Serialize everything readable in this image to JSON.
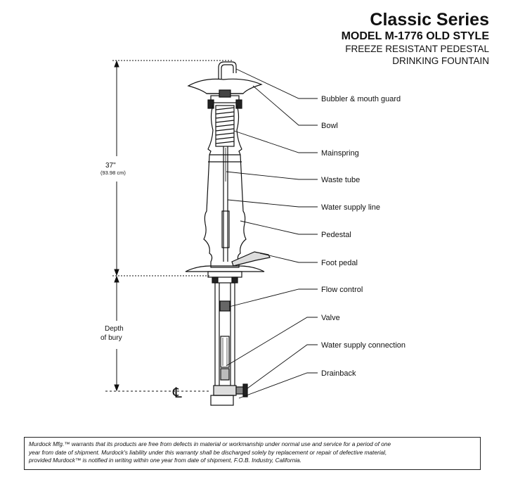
{
  "header": {
    "series": "Classic Series",
    "model": "MODEL M-1776 OLD STYLE",
    "line1": "FREEZE RESISTANT  PEDESTAL",
    "line2": "DRINKING FOUNTAIN"
  },
  "dimensions": {
    "height_in": "37\"",
    "height_cm": "(93.98 cm)",
    "depth_line1": "Depth",
    "depth_line2": "of bury",
    "centerline_symbol": "℄"
  },
  "callouts": [
    {
      "label": "Bubbler & mouth guard"
    },
    {
      "label": "Bowl"
    },
    {
      "label": "Mainspring"
    },
    {
      "label": "Waste tube"
    },
    {
      "label": "Water supply line"
    },
    {
      "label": "Pedestal"
    },
    {
      "label": "Foot pedal"
    },
    {
      "label": "Flow control"
    },
    {
      "label": "Valve"
    },
    {
      "label": "Water supply connection"
    },
    {
      "label": "Drainback"
    }
  ],
  "warranty": {
    "line1": "Murdock Mfg.™ warrants that its products are free from defects in material or workmanship under normal use and service for a period of one",
    "line2": "year from date of shipment. Murdock's liability under this warranty shall be discharged solely by replacement or repair of defective material,",
    "line3": "provided Murdock™ is notified in writing within one year from date of shipment, F.O.B. Industry, California."
  }
}
